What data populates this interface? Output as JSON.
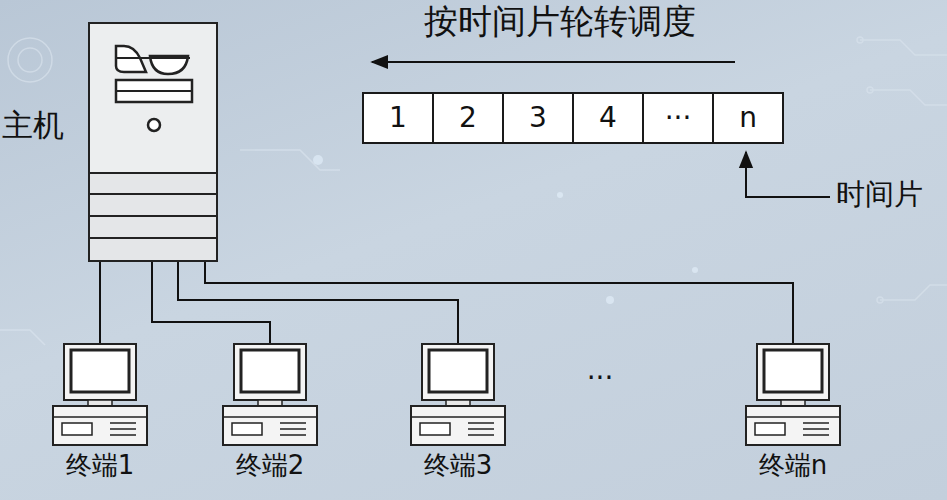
{
  "diagram": {
    "nodes": [
      {
        "text": [
          "主机"
        ]
      },
      {
        "text": [
          "1"
        ]
      },
      {
        "text": [
          "2"
        ]
      },
      {
        "text": [
          "3"
        ]
      },
      {
        "text": [
          "4"
        ]
      },
      {
        "text": [
          "···"
        ]
      },
      {
        "text": [
          "n"
        ]
      },
      {
        "text": [
          "终端1"
        ]
      },
      {
        "text": [
          "终端2"
        ]
      },
      {
        "text": [
          "终端3"
        ]
      },
      {
        "text": [
          "终端n"
        ]
      }
    ],
    "edges": [
      {
        "from": 0,
        "to": 7,
        "arrow": "none"
      },
      {
        "from": 0,
        "to": 8,
        "arrow": "none"
      },
      {
        "from": 0,
        "to": 9,
        "arrow": "none"
      },
      {
        "from": 0,
        "to": 10,
        "arrow": "none"
      }
    ],
    "labels": [
      "按时间片轮转调度",
      "时间片",
      "···"
    ]
  }
}
